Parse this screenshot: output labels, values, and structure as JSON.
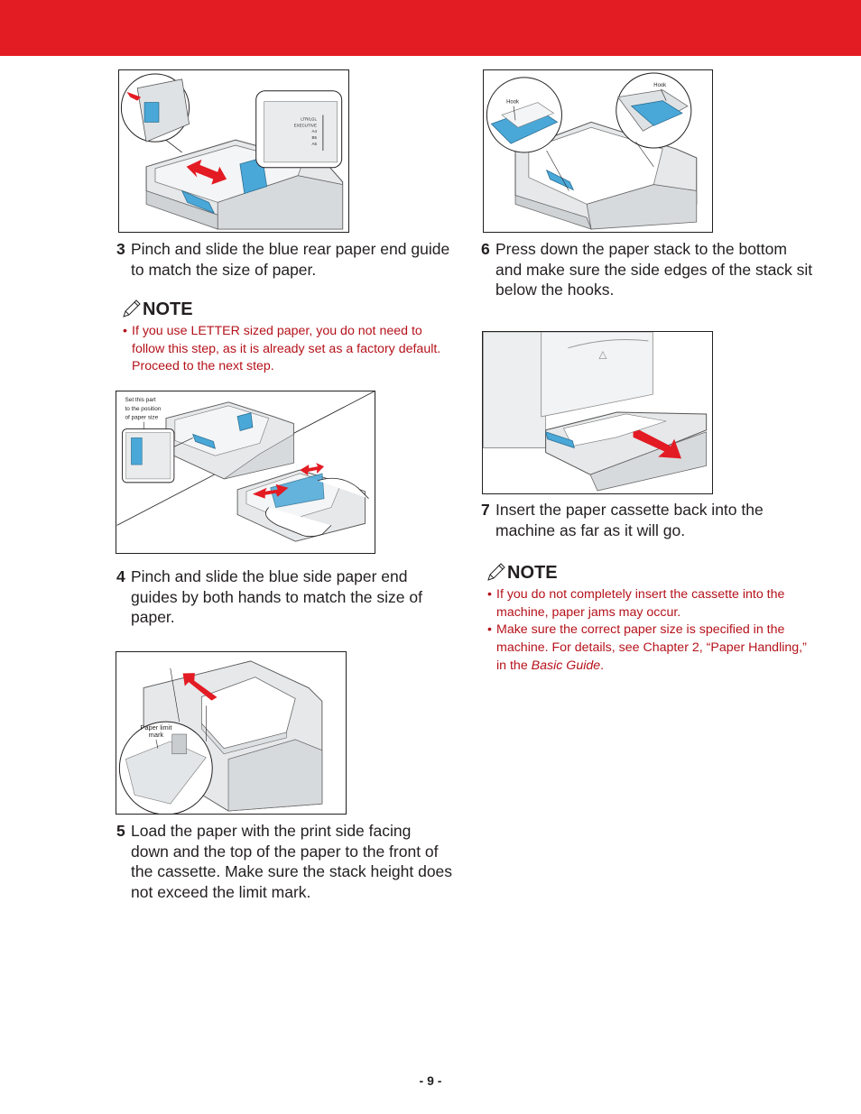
{
  "colors": {
    "header": "#e31b23",
    "note_text": "#b5121b",
    "guide_blue": "#4aa8d8",
    "arrow_red": "#e31b23"
  },
  "figures": {
    "fig3": {
      "callout": [
        "LTR/LGL",
        "EXECUTIVE",
        "A4",
        "B5",
        "A5"
      ]
    },
    "fig4": {
      "label_line1": "Set this part",
      "label_line2": "to the position",
      "label_line3": "of paper size"
    },
    "fig5": {
      "label_line1": "Paper limit",
      "label_line2": "mark"
    },
    "fig6": {
      "hook_left": "Hook",
      "hook_right": "Hook"
    }
  },
  "steps": {
    "s3": {
      "num": "3",
      "line1": "Pinch and slide the blue rear paper end guide",
      "line2": "to match the size of paper."
    },
    "s4": {
      "num": "4",
      "line1": "Pinch and slide the blue side paper end",
      "line2": "guides by both hands to match the size of",
      "line3": "paper."
    },
    "s5": {
      "num": "5",
      "line1": "Load the paper with the print side facing",
      "line2": "down and the top of the paper to the front of",
      "line3": "the cassette. Make sure the stack height does",
      "line4": "not exceed the limit mark."
    },
    "s6": {
      "num": "6",
      "line1": "Press down the paper stack to the bottom",
      "line2": "and make sure the side edges of the stack sit",
      "line3": "below the hooks."
    },
    "s7": {
      "num": "7",
      "line1": "Insert the paper cassette back into the",
      "line2": "machine as far as it will go."
    }
  },
  "notes": {
    "n1": {
      "title": "NOTE",
      "items": [
        {
          "lines": [
            "If you use LETTER sized paper, you do not need to",
            "follow this step, as it is already set as a factory default.",
            "Proceed to the next step."
          ]
        }
      ]
    },
    "n2": {
      "title": "NOTE",
      "items": [
        {
          "lines": [
            "If you do not completely insert the cassette into the",
            "machine, paper jams may occur."
          ]
        },
        {
          "lines": [
            "Make sure the correct paper size is specified in the",
            "machine. For details, see Chapter 2, “Paper Handling,”"
          ],
          "last_prefix": "in the ",
          "last_em": "Basic Guide",
          "last_suffix": "."
        }
      ]
    }
  },
  "page_number": "- 9 -"
}
